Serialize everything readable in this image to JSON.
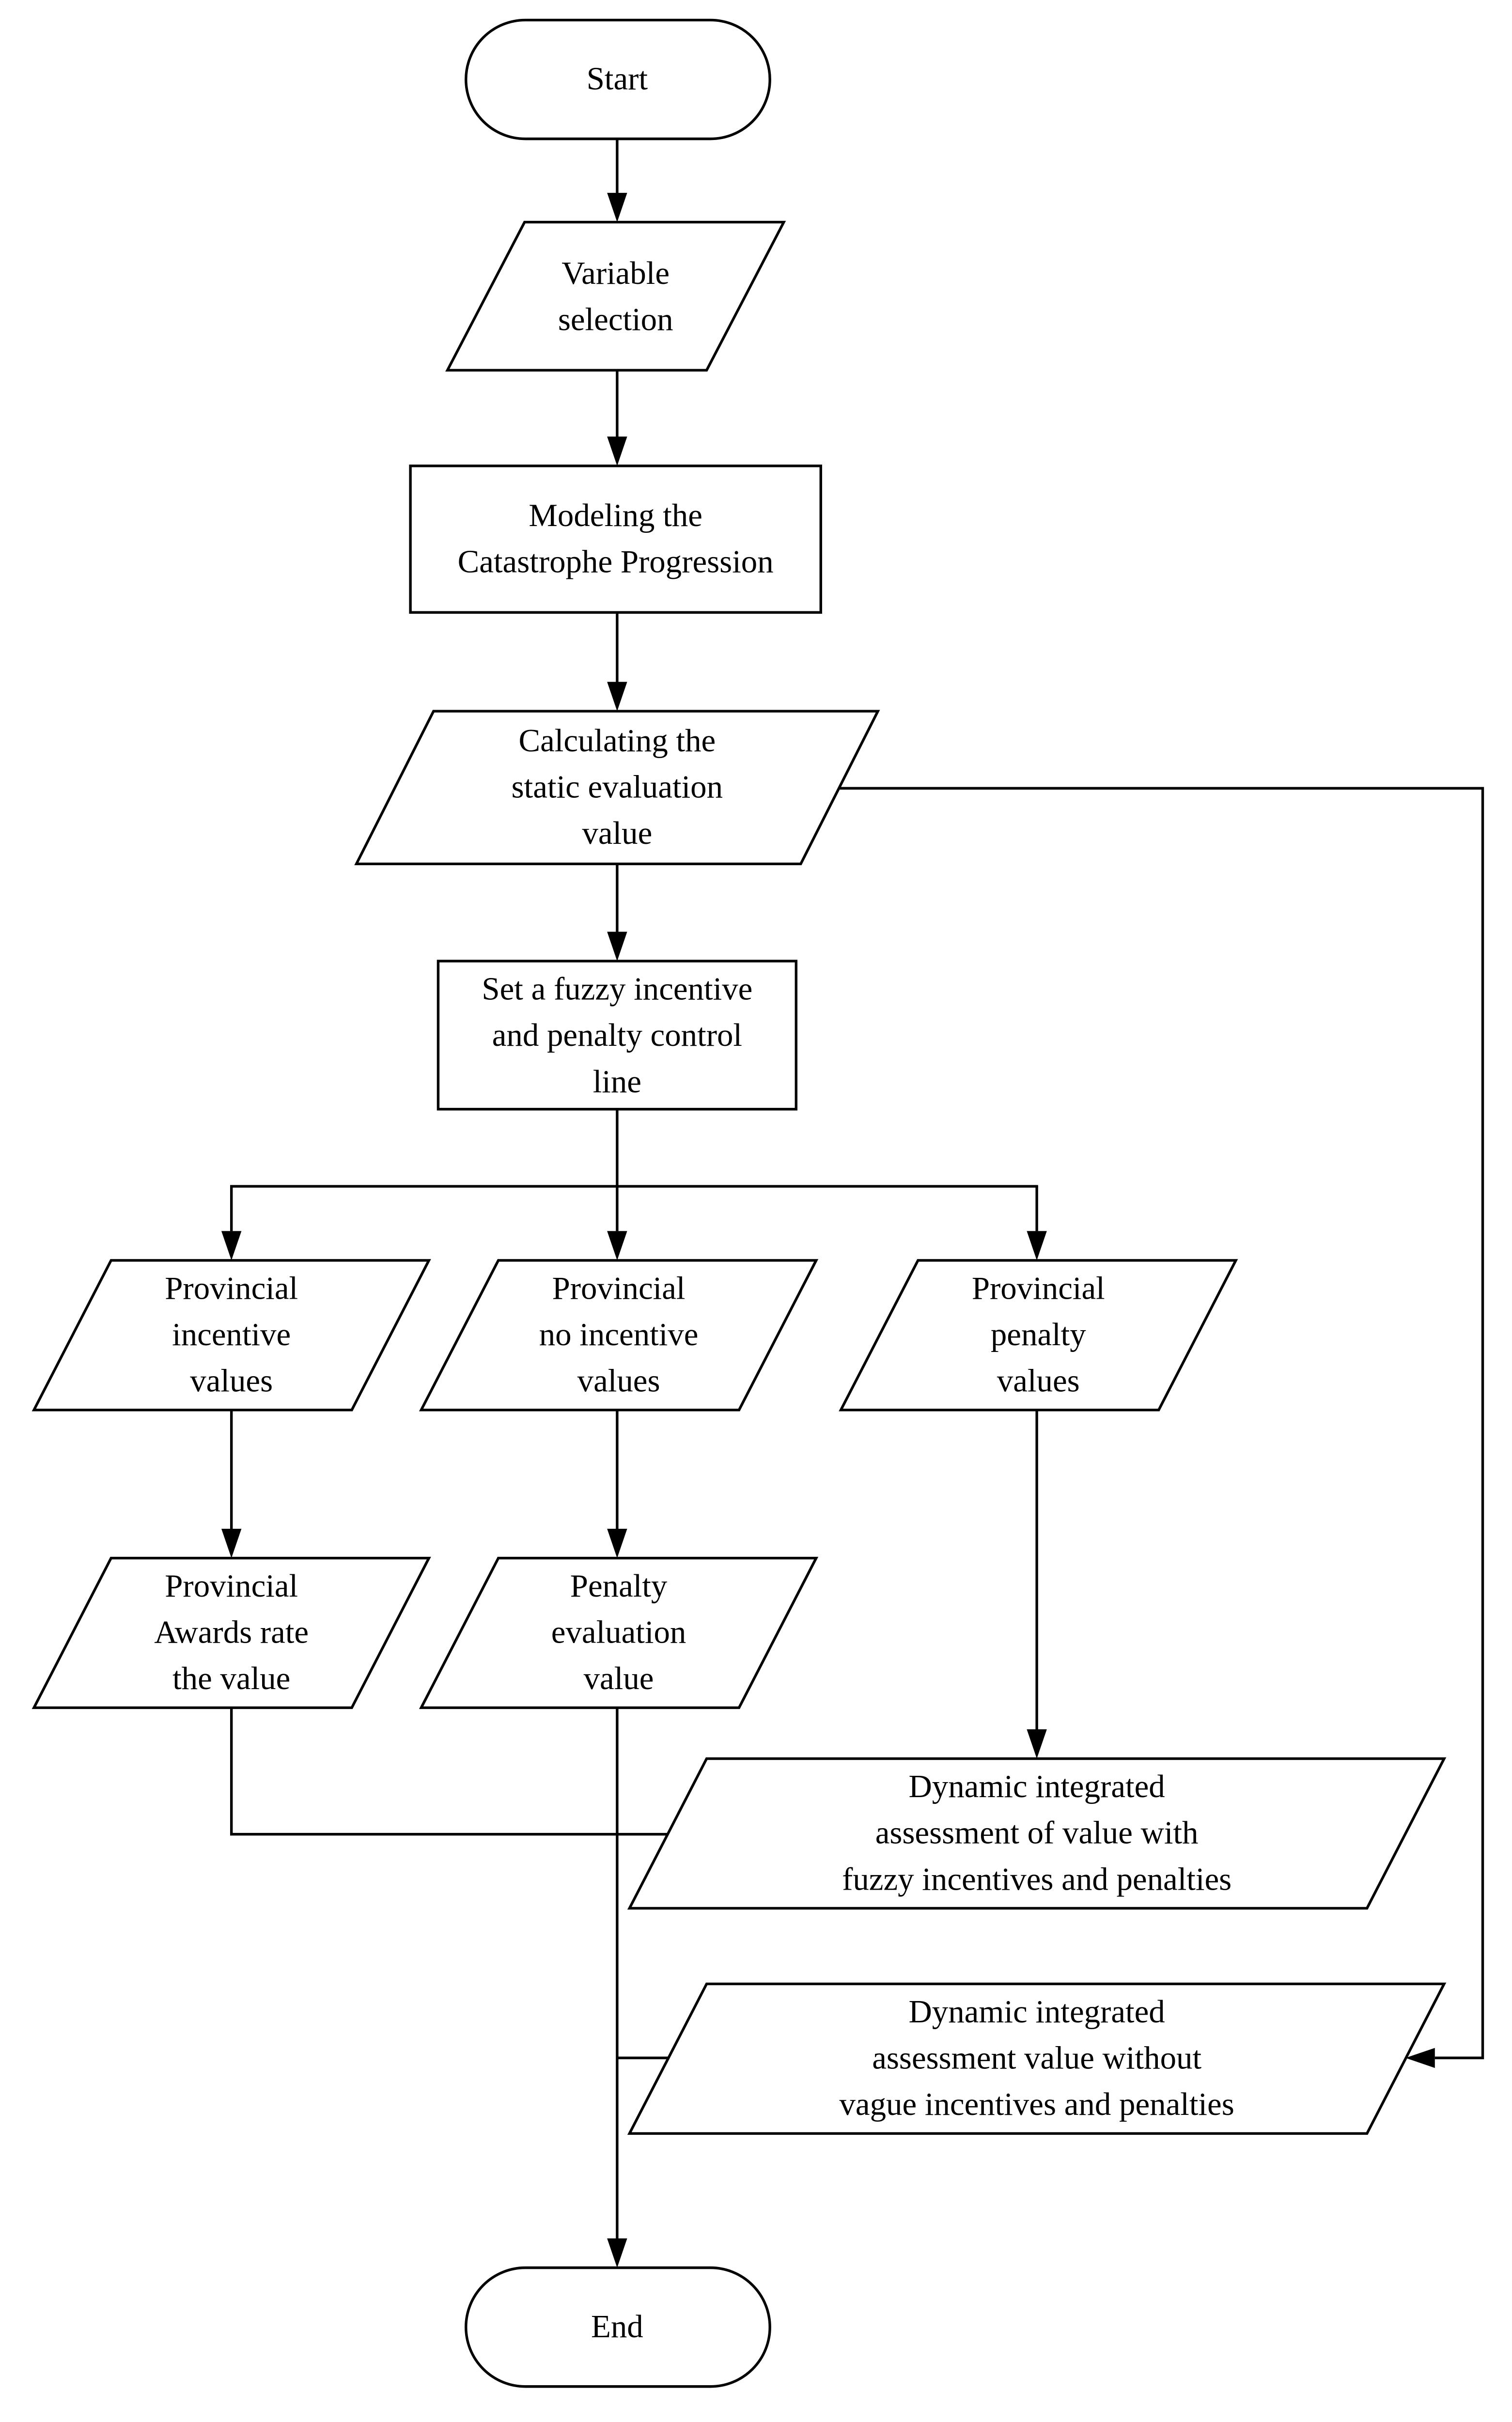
{
  "diagram": {
    "title_hidden": "",
    "colors": {
      "stroke": "#000000",
      "fill": "#ffffff",
      "background": "#ffffff"
    },
    "nodes": {
      "start": {
        "label": "Start",
        "type": "terminator"
      },
      "variable_selection": {
        "label": "Variable\nselection",
        "type": "data"
      },
      "modeling_catastrophe": {
        "label": "Modeling the\nCatastrophe Progression",
        "type": "process"
      },
      "calculating_static": {
        "label": "Calculating the\nstatic evaluation\nvalue",
        "type": "data"
      },
      "set_fuzzy_control": {
        "label": "Set a fuzzy incentive\nand penalty control\nline",
        "type": "process"
      },
      "provincial_incentive": {
        "label": "Provincial\nincentive\nvalues",
        "type": "data"
      },
      "provincial_no_incentive": {
        "label": "Provincial\nno incentive\nvalues",
        "type": "data"
      },
      "provincial_penalty": {
        "label": "Provincial\npenalty\nvalues",
        "type": "data"
      },
      "provincial_awards_rate": {
        "label": "Provincial\nAwards rate\nthe value",
        "type": "data"
      },
      "penalty_evaluation": {
        "label": "Penalty\nevaluation\nvalue",
        "type": "data"
      },
      "dynamic_with_fuzzy": {
        "label": "Dynamic integrated\nassessment of value with\nfuzzy incentives and penalties",
        "type": "data"
      },
      "dynamic_without_vague": {
        "label": "Dynamic integrated\nassessment value without\nvague incentives and penalties",
        "type": "data"
      },
      "end": {
        "label": "End",
        "type": "terminator"
      }
    }
  }
}
